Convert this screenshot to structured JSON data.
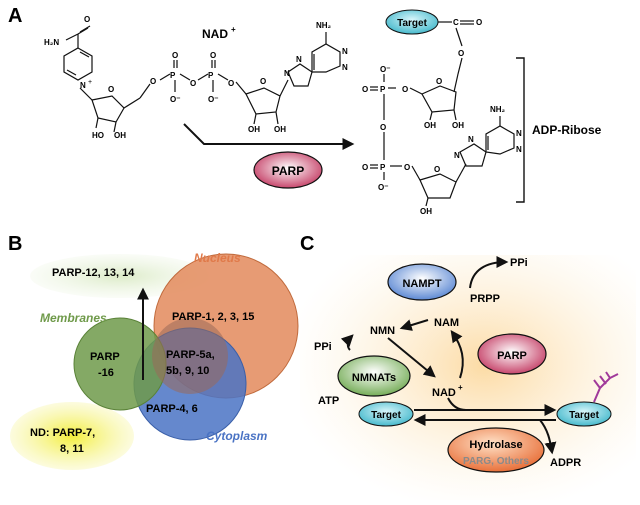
{
  "panels": {
    "a": "A",
    "b": "B",
    "c": "C"
  },
  "panel_a": {
    "nad_label": "NAD",
    "nad_charge": "+",
    "enzyme": "PARP",
    "product_label": "ADP-Ribose",
    "target": "Target",
    "atoms": {
      "nh2": "NH₂",
      "h2n": "H₂N",
      "n": "N",
      "n_plus": "N+",
      "o": "O",
      "o_minus": "O⁻",
      "p": "P",
      "oh": "OH",
      "ho": "HO"
    }
  },
  "panel_b": {
    "nucleus_title": "Nucleus",
    "membranes_title": "Membranes",
    "cytoplasm_title": "Cytoplasm",
    "top_group": "PARP-12, 13, 14",
    "nucleus_only": "PARP-1, 2, 3, 15",
    "membrane_only_line1": "PARP",
    "membrane_only_line2": "-16",
    "overlap_line1": "PARP-5a,",
    "overlap_line2": "5b, 9, 10",
    "cytoplasm_only": "PARP-4, 6",
    "nd_line1": "ND: PARP-7,",
    "nd_line2": "8, 11",
    "colors": {
      "nucleus": "#e07a4a",
      "membranes": "#6f9a4a",
      "cytoplasm": "#4a73c4"
    }
  },
  "panel_c": {
    "nampt": "NAMPT",
    "ppi_top": "PPi",
    "prpp": "PRPP",
    "nam": "NAM",
    "nmn": "NMN",
    "ppi_left": "PPi",
    "nmnats": "NMNATs",
    "atp": "ATP",
    "parp": "PARP",
    "nad": "NAD",
    "nad_charge": "+",
    "target_left": "Target",
    "target_right": "Target",
    "hydrolase": "Hydrolase",
    "hydrolase_sub": "PARG, Others",
    "adpr": "ADPR",
    "colors": {
      "parp_ring": "#c23b6a",
      "target_fill": "#5cc8d8",
      "adp_mark": "#a0399a"
    }
  }
}
